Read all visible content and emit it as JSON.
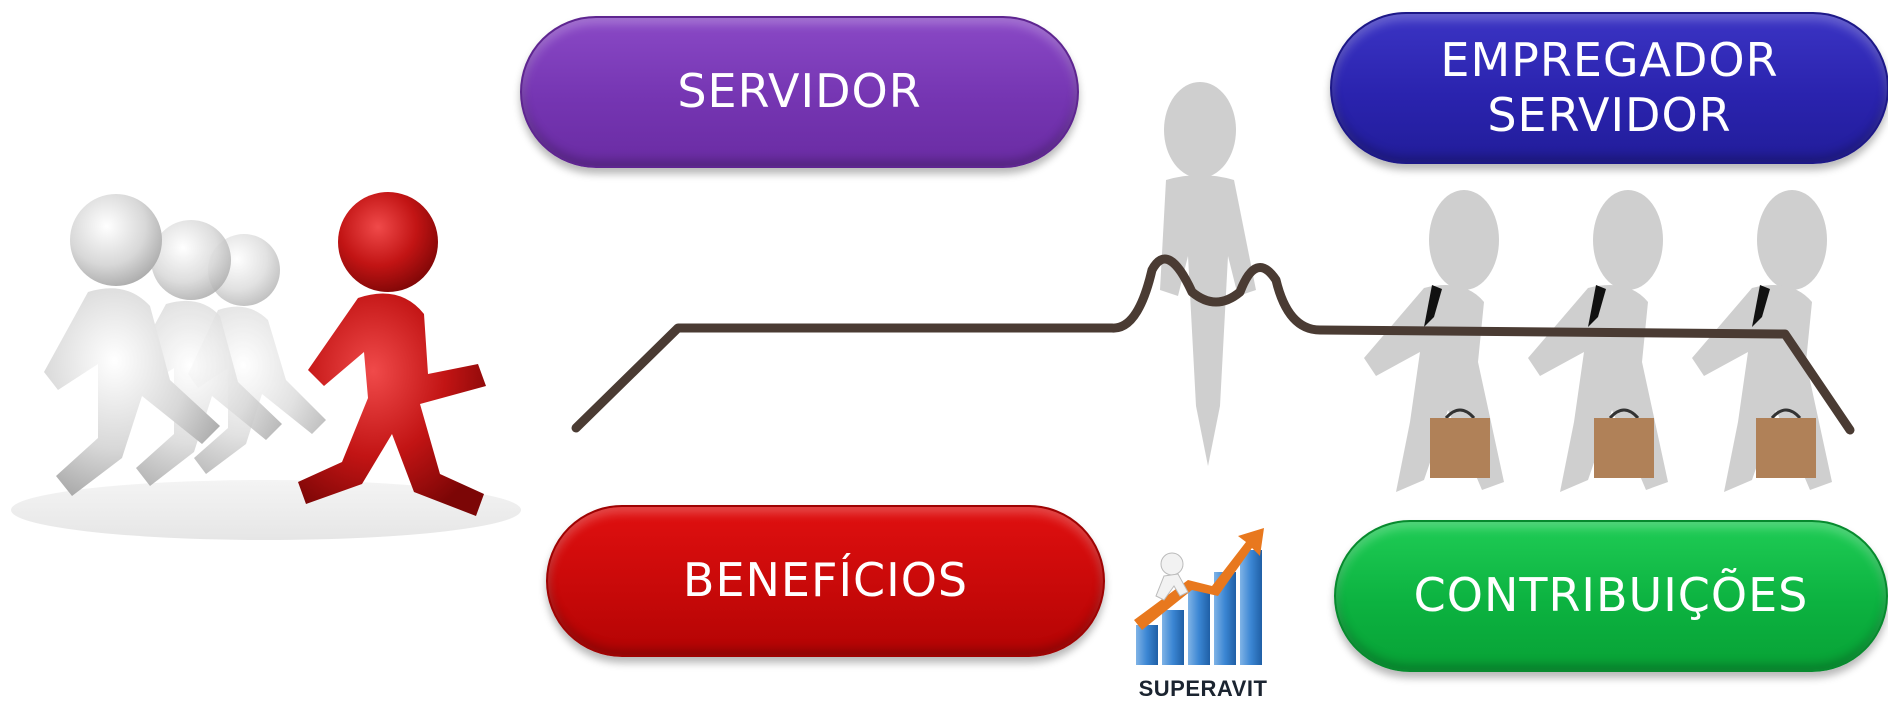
{
  "pills": {
    "servidor": "SERVIDOR",
    "empregador_servidor": "EMPREGADOR\nSERVIDOR",
    "beneficios": "BENEFÍCIOS",
    "contribuicoes": "CONTRIBUIÇÕES"
  },
  "superavit": {
    "label": "SUPERAVIT"
  },
  "colors": {
    "servidor": "#7535b2",
    "empregador_servidor": "#2a23ae",
    "beneficios": "#c80909",
    "contribuicoes": "#0cb240",
    "rope": "#4a3b33",
    "figure_gray": "#cfcfcf",
    "runner_red": "#c21414"
  },
  "icons": [
    "running-people-icon",
    "tug-of-war-scene-icon",
    "superavit-chart-icon"
  ]
}
